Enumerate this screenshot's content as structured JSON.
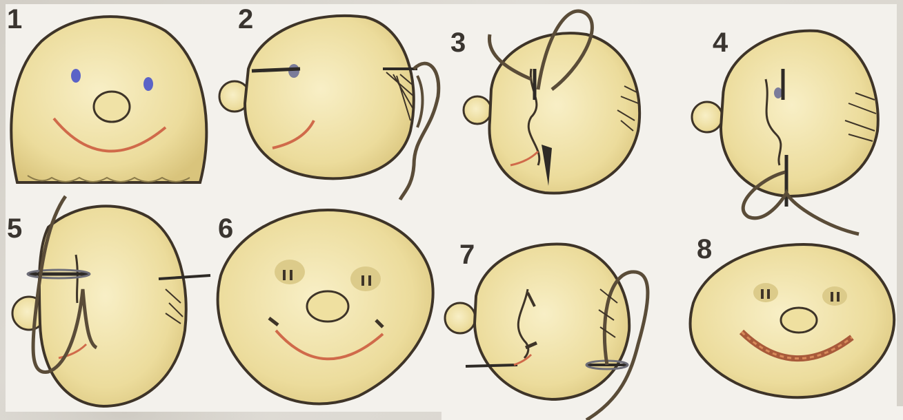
{
  "steps": [
    {
      "label": "1"
    },
    {
      "label": "2"
    },
    {
      "label": "3"
    },
    {
      "label": "4"
    },
    {
      "label": "5"
    },
    {
      "label": "6"
    },
    {
      "label": "7"
    },
    {
      "label": "8"
    }
  ],
  "colors": {
    "face_fill": "#efe2a6",
    "face_outline": "#3e3428",
    "eye": "#5b63c7",
    "mouth": "#d06a4a",
    "thread": "#5a4c38",
    "needle": "#2e2a26",
    "background": "#d9d6cf"
  }
}
